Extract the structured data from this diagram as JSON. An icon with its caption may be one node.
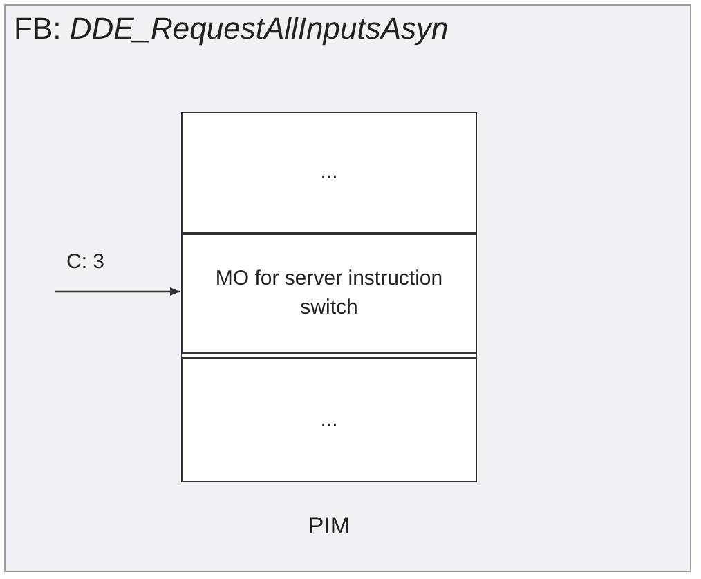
{
  "diagram": {
    "nodes": [
      {
        "text": [
          "FB: *DDE_RequestAllInputsAsyn*"
        ]
      },
      {
        "text": [
          "PIM"
        ],
        "in": 0
      },
      {
        "text": [
          "..."
        ],
        "in": 1
      },
      {
        "text": [
          "MO for server instruction switch"
        ],
        "in": 1
      },
      {
        "text": [
          "..."
        ],
        "in": 1
      }
    ],
    "edges": [
      {
        "from": null,
        "to": 3,
        "arrow": "to",
        "label": "C: 3"
      }
    ]
  }
}
